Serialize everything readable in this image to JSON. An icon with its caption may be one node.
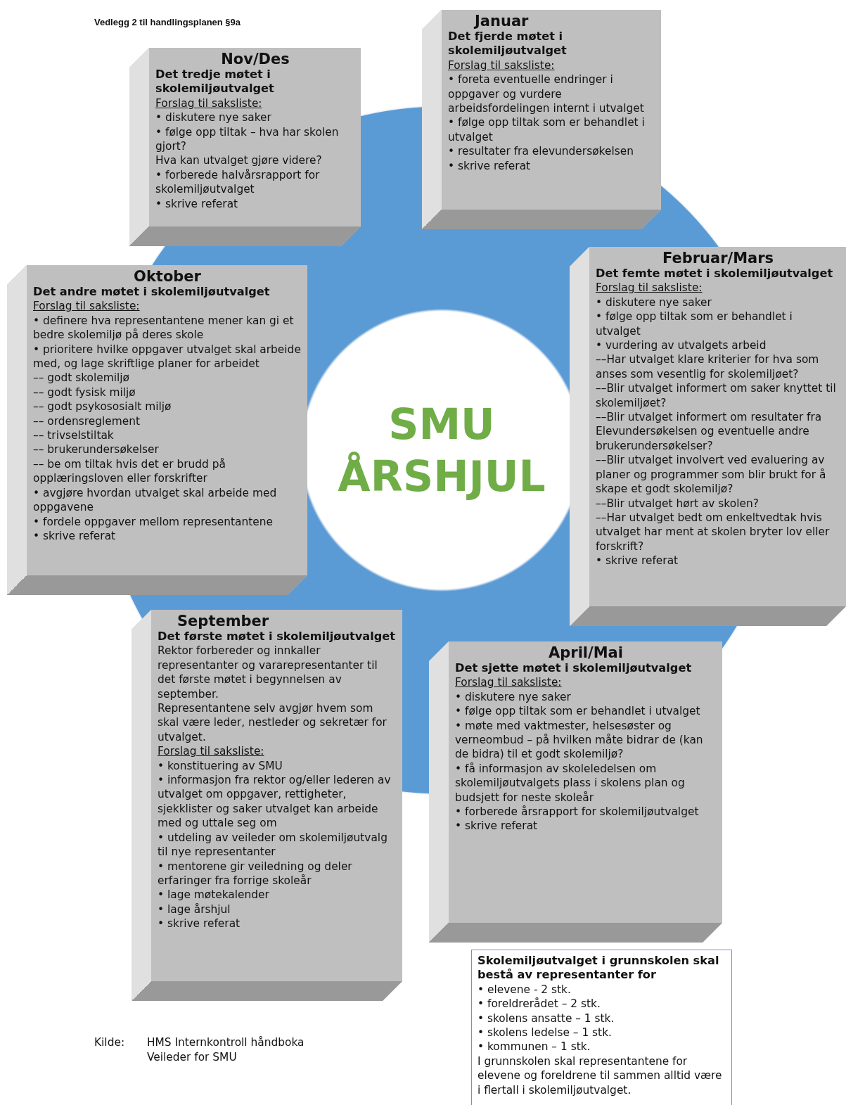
{
  "diagram": {
    "title": "Vedlegg 2 til handlingsplanen §9a",
    "nodes": [
      {
        "text": [
          "SMU ÅRSHJUL"
        ]
      },
      {
        "text": [
          "Nov/Des",
          "Det tredje møtet i skolemiljøutvalget",
          "Forslag til saksliste:",
          "• diskutere nye saker",
          "• følge opp tiltak – hva har skolen gjort?",
          "Hva kan utvalget gjøre videre?",
          "• forberede halvårsrapport for skolemiljøutvalget",
          "• skrive referat"
        ]
      },
      {
        "text": [
          "Januar",
          "Det fjerde møtet i skolemiljøutvalget",
          "Forslag til saksliste:",
          "• foreta eventuelle endringer i oppgaver og vurdere arbeidsfordelingen internt i utvalget",
          "• følge opp tiltak som er behandlet i utvalget",
          "• resultater fra elevundersøkelsen",
          "• skrive referat"
        ]
      },
      {
        "text": [
          "Oktober",
          "Det andre møtet i skolemiljøutvalget",
          "Forslag til saksliste:",
          "• definere hva representantene mener kan gi et bedre skolemiljø på deres skole",
          "• prioritere hvilke oppgaver utvalget skal arbeide med, og lage skriftlige planer for arbeidet",
          "–– godt skolemiljø",
          "–– godt fysisk miljø",
          "–– godt psykososialt miljø",
          "–– ordensreglement",
          "–– trivselstiltak",
          "–– brukerundersøkelser",
          "–– be om tiltak hvis det er brudd på opplæringsloven eller forskrifter",
          "• avgjøre hvordan utvalget skal arbeide med oppgavene",
          "• fordele oppgaver mellom representantene",
          "• skrive referat"
        ]
      },
      {
        "text": [
          "Februar/Mars",
          "Det femte møtet i skolemiljøutvalget",
          "Forslag til saksliste:",
          "• diskutere nye saker",
          "• følge opp tiltak som er behandlet i utvalget",
          "• vurdering av utvalgets arbeid",
          "––Har utvalget klare kriterier for hva som anses som vesentlig for skolemiljøet?",
          "––Blir utvalget informert om saker knyttet til skolemiljøet?",
          "––Blir utvalget informert om resultater fra Elevundersøkelsen og eventuelle andre brukerundersøkelser?",
          "––Blir utvalget involvert ved evaluering av planer og programmer som blir brukt for å skape et godt skolemiljø?",
          "––Blir utvalget hørt av skolen?",
          "––Har utvalget bedt om enkeltvedtak hvis utvalget har ment at skolen bryter lov eller forskrift?",
          "• skrive referat"
        ]
      },
      {
        "text": [
          "September",
          "Det første møtet i skolemiljøutvalget",
          "Rektor forbereder og innkaller representanter og vararepresentanter til det første møtet i begynnelsen av september.",
          "Representantene selv avgjør hvem som skal være leder, nestleder og sekretær for utvalget.",
          "Forslag til saksliste:",
          "• konstituering av SMU",
          "• informasjon fra rektor og/eller lederen av utvalget om oppgaver, rettigheter, sjekklister og saker utvalget kan arbeide med og uttale seg om",
          "• utdeling av veileder om skolemiljøutvalg til nye representanter",
          "• mentorene gir veiledning og deler erfaringer fra forrige skoleår",
          "• lage møtekalender",
          "• lage årshjul",
          "• skrive referat"
        ]
      },
      {
        "text": [
          "April/Mai",
          "Det sjette møtet i skolemiljøutvalget",
          "Forslag til saksliste:",
          "• diskutere nye saker",
          "• følge opp tiltak som er behandlet i utvalget",
          "• møte med vaktmester, helsesøster og verneombud – på hvilken måte bidrar de (kan de bidra) til et godt skolemiljø?",
          "• få informasjon av skoleledelsen om skolemiljøutvalgets plass i skolens plan og budsjett for neste skoleår",
          "• forberede årsrapport for skolemiljøutvalget",
          "• skrive referat"
        ]
      },
      {
        "text": [
          "Skolemiljøutvalget i grunnskolen skal bestå av representanter for",
          "• elevene - 2 stk.",
          "• foreldrerådet – 2 stk.",
          "• skolens ansatte – 1 stk.",
          "• skolens ledelse – 1 stk.",
          "• kommunen – 1 stk.",
          "I grunnskolen skal representantene for elevene og foreldrene til sammen alltid være i flertall i skolemiljøutvalget."
        ]
      }
    ],
    "labels": [
      "Kilde:",
      "HMS Internkontroll håndboka",
      "Veileder for SMU"
    ]
  }
}
